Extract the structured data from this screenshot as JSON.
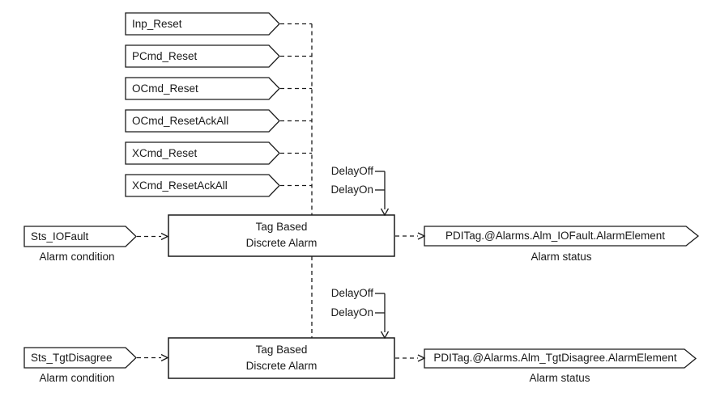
{
  "diagram": {
    "colors": {
      "line": "#1a1a1a",
      "background": "#ffffff"
    },
    "reset_commands": [
      {
        "label": "Inp_Reset"
      },
      {
        "label": "PCmd_Reset"
      },
      {
        "label": "OCmd_Reset"
      },
      {
        "label": "OCmd_ResetAckAll"
      },
      {
        "label": "XCmd_Reset"
      },
      {
        "label": "XCmd_ResetAckAll"
      }
    ],
    "delay_inputs": {
      "off_label": "DelayOff",
      "on_label": "DelayOn"
    },
    "alarms": [
      {
        "block_line1": "Tag Based",
        "block_line2": "Discrete Alarm",
        "condition_tag": "Sts_IOFault",
        "condition_caption": "Alarm condition",
        "status_tag": "PDITag.@Alarms.Alm_IOFault.AlarmElement",
        "status_caption": "Alarm status"
      },
      {
        "block_line1": "Tag Based",
        "block_line2": "Discrete Alarm",
        "condition_tag": "Sts_TgtDisagree",
        "condition_caption": "Alarm condition",
        "status_tag": "PDITag.@Alarms.Alm_TgtDisagree.AlarmElement",
        "status_caption": "Alarm status"
      }
    ]
  }
}
